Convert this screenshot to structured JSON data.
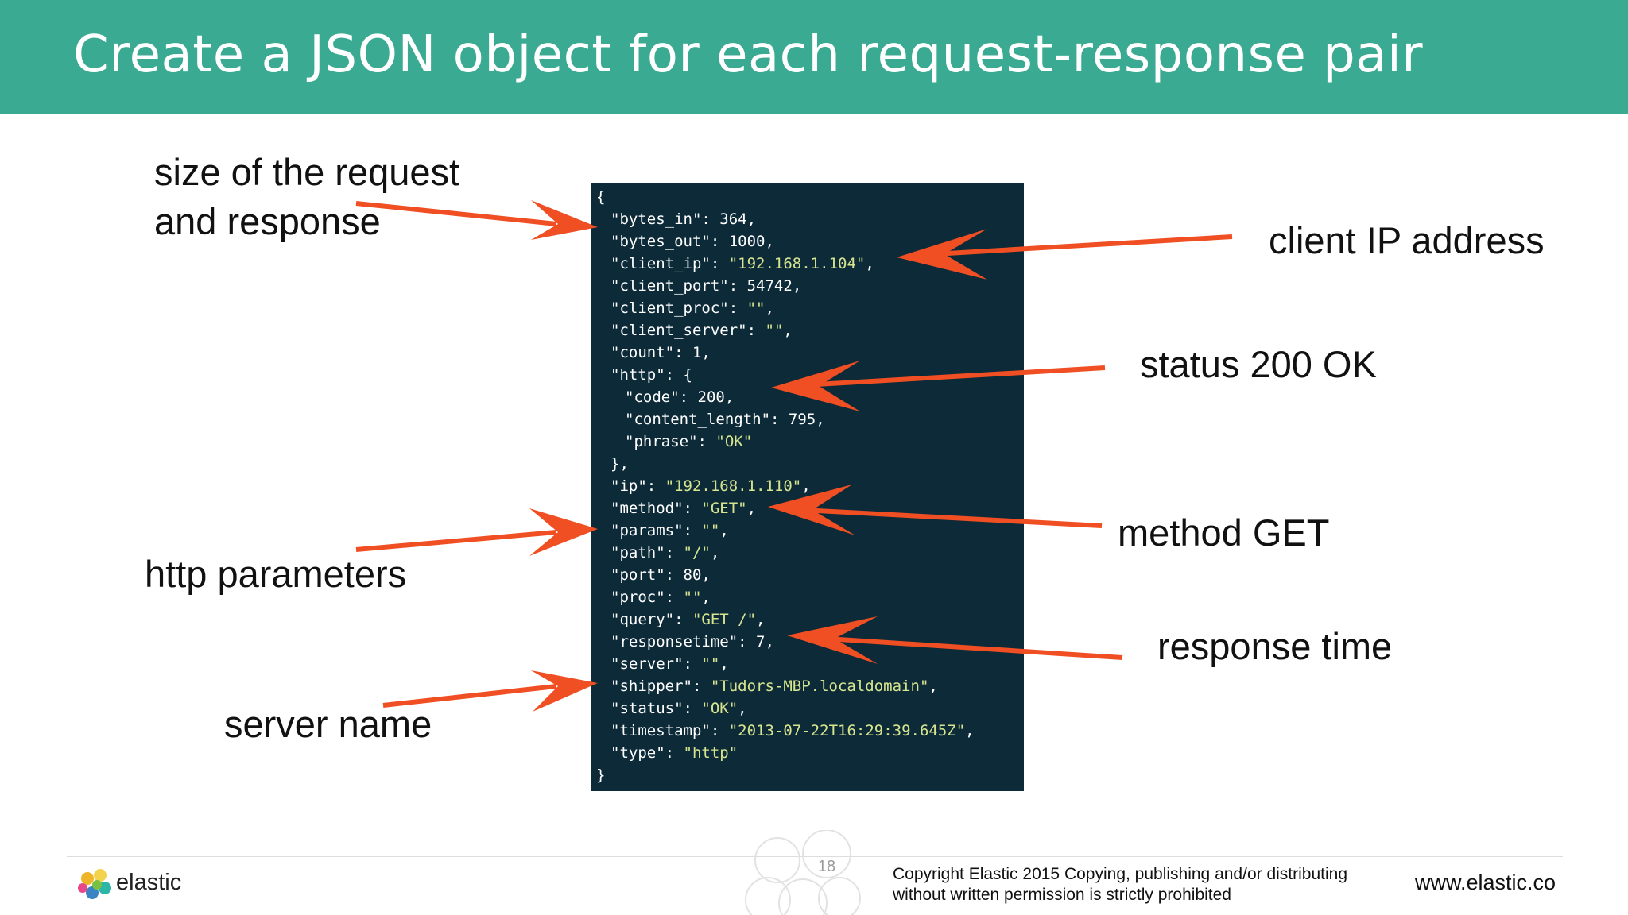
{
  "slide": {
    "title": "Create a JSON object for each request-response pair"
  },
  "code": {
    "lines": [
      [
        {
          "t": "p",
          "v": "{"
        }
      ],
      [
        {
          "t": "k",
          "v": "\"bytes_in\""
        },
        {
          "t": "p",
          "v": ": "
        },
        {
          "t": "n",
          "v": "364"
        },
        {
          "t": "p",
          "v": ","
        }
      ],
      [
        {
          "t": "k",
          "v": "\"bytes_out\""
        },
        {
          "t": "p",
          "v": ": "
        },
        {
          "t": "n",
          "v": "1000"
        },
        {
          "t": "p",
          "v": ","
        }
      ],
      [
        {
          "t": "k",
          "v": "\"client_ip\""
        },
        {
          "t": "p",
          "v": ": "
        },
        {
          "t": "s",
          "v": "\"192.168.1.104\""
        },
        {
          "t": "p",
          "v": ","
        }
      ],
      [
        {
          "t": "k",
          "v": "\"client_port\""
        },
        {
          "t": "p",
          "v": ": "
        },
        {
          "t": "n",
          "v": "54742"
        },
        {
          "t": "p",
          "v": ","
        }
      ],
      [
        {
          "t": "k",
          "v": "\"client_proc\""
        },
        {
          "t": "p",
          "v": ": "
        },
        {
          "t": "s",
          "v": "\"\""
        },
        {
          "t": "p",
          "v": ","
        }
      ],
      [
        {
          "t": "k",
          "v": "\"client_server\""
        },
        {
          "t": "p",
          "v": ": "
        },
        {
          "t": "s",
          "v": "\"\""
        },
        {
          "t": "p",
          "v": ","
        }
      ],
      [
        {
          "t": "k",
          "v": "\"count\""
        },
        {
          "t": "p",
          "v": ": "
        },
        {
          "t": "n",
          "v": "1"
        },
        {
          "t": "p",
          "v": ","
        }
      ],
      [
        {
          "t": "k",
          "v": "\"http\""
        },
        {
          "t": "p",
          "v": ": {"
        }
      ],
      [
        {
          "t": "k",
          "v": "\"code\""
        },
        {
          "t": "p",
          "v": ": "
        },
        {
          "t": "n",
          "v": "200"
        },
        {
          "t": "p",
          "v": ","
        }
      ],
      [
        {
          "t": "k",
          "v": "\"content_length\""
        },
        {
          "t": "p",
          "v": ": "
        },
        {
          "t": "n",
          "v": "795"
        },
        {
          "t": "p",
          "v": ","
        }
      ],
      [
        {
          "t": "k",
          "v": "\"phrase\""
        },
        {
          "t": "p",
          "v": ": "
        },
        {
          "t": "s",
          "v": "\"OK\""
        }
      ],
      [
        {
          "t": "p",
          "v": "},"
        }
      ],
      [
        {
          "t": "k",
          "v": "\"ip\""
        },
        {
          "t": "p",
          "v": ": "
        },
        {
          "t": "s",
          "v": "\"192.168.1.110\""
        },
        {
          "t": "p",
          "v": ","
        }
      ],
      [
        {
          "t": "k",
          "v": "\"method\""
        },
        {
          "t": "p",
          "v": ": "
        },
        {
          "t": "s",
          "v": "\"GET\""
        },
        {
          "t": "p",
          "v": ","
        }
      ],
      [
        {
          "t": "k",
          "v": "\"params\""
        },
        {
          "t": "p",
          "v": ": "
        },
        {
          "t": "s",
          "v": "\"\""
        },
        {
          "t": "p",
          "v": ","
        }
      ],
      [
        {
          "t": "k",
          "v": "\"path\""
        },
        {
          "t": "p",
          "v": ": "
        },
        {
          "t": "s",
          "v": "\"/\""
        },
        {
          "t": "p",
          "v": ","
        }
      ],
      [
        {
          "t": "k",
          "v": "\"port\""
        },
        {
          "t": "p",
          "v": ": "
        },
        {
          "t": "n",
          "v": "80"
        },
        {
          "t": "p",
          "v": ","
        }
      ],
      [
        {
          "t": "k",
          "v": "\"proc\""
        },
        {
          "t": "p",
          "v": ": "
        },
        {
          "t": "s",
          "v": "\"\""
        },
        {
          "t": "p",
          "v": ","
        }
      ],
      [
        {
          "t": "k",
          "v": "\"query\""
        },
        {
          "t": "p",
          "v": ": "
        },
        {
          "t": "s",
          "v": "\"GET /\""
        },
        {
          "t": "p",
          "v": ","
        }
      ],
      [
        {
          "t": "k",
          "v": "\"responsetime\""
        },
        {
          "t": "p",
          "v": ": "
        },
        {
          "t": "n",
          "v": "7"
        },
        {
          "t": "p",
          "v": ","
        }
      ],
      [
        {
          "t": "k",
          "v": "\"server\""
        },
        {
          "t": "p",
          "v": ": "
        },
        {
          "t": "s",
          "v": "\"\""
        },
        {
          "t": "p",
          "v": ","
        }
      ],
      [
        {
          "t": "k",
          "v": "\"shipper\""
        },
        {
          "t": "p",
          "v": ": "
        },
        {
          "t": "s",
          "v": "\"Tudors-MBP.localdomain\""
        },
        {
          "t": "p",
          "v": ","
        }
      ],
      [
        {
          "t": "k",
          "v": "\"status\""
        },
        {
          "t": "p",
          "v": ": "
        },
        {
          "t": "s",
          "v": "\"OK\""
        },
        {
          "t": "p",
          "v": ","
        }
      ],
      [
        {
          "t": "k",
          "v": "\"timestamp\""
        },
        {
          "t": "p",
          "v": ": "
        },
        {
          "t": "s",
          "v": "\"2013-07-22T16:29:39.645Z\""
        },
        {
          "t": "p",
          "v": ","
        }
      ],
      [
        {
          "t": "k",
          "v": "\"type\""
        },
        {
          "t": "p",
          "v": ": "
        },
        {
          "t": "s",
          "v": "\"http\""
        }
      ],
      [
        {
          "t": "p",
          "v": "}"
        }
      ]
    ]
  },
  "annotations": {
    "size_line1": "size of the request",
    "size_line2": "and response",
    "client_ip": "client IP address",
    "status": "status 200 OK",
    "method": "method GET",
    "params": "http parameters",
    "response_time": "response time",
    "server_name": "server name"
  },
  "footer": {
    "brand": "elastic",
    "page_number": "18",
    "copyright_line1": "Copyright Elastic 2015 Copying, publishing and/or distributing",
    "copyright_line2": "without written permission is strictly prohibited",
    "url": "www.elastic.co"
  },
  "colors": {
    "title_bar": "#3aaa92",
    "code_background": "#0c2a38",
    "string_value": "#d8e58f",
    "arrow": "#f04e23"
  }
}
